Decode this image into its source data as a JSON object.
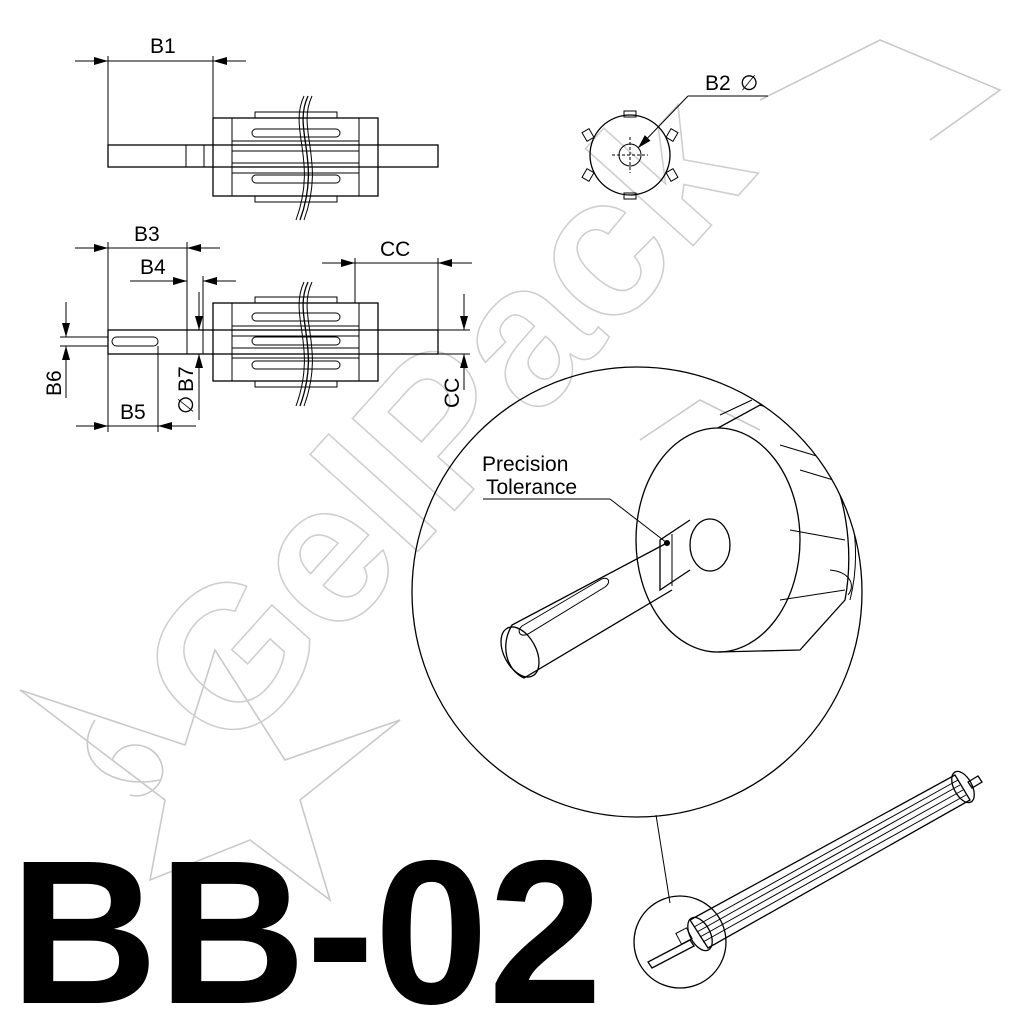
{
  "drawing": {
    "model_code": "BB-02",
    "callout": {
      "line1": "Precision",
      "line2": "Tolerance"
    },
    "watermark": {
      "brand": "GelPack"
    },
    "dimensions": {
      "b1": "B1",
      "b2": "B2",
      "b3": "B3",
      "b4": "B4",
      "b5": "B5",
      "b6": "B6",
      "b7": "B7",
      "cc_top": "CC",
      "cc_side": "CC",
      "diameter_symbol": "∅"
    }
  }
}
